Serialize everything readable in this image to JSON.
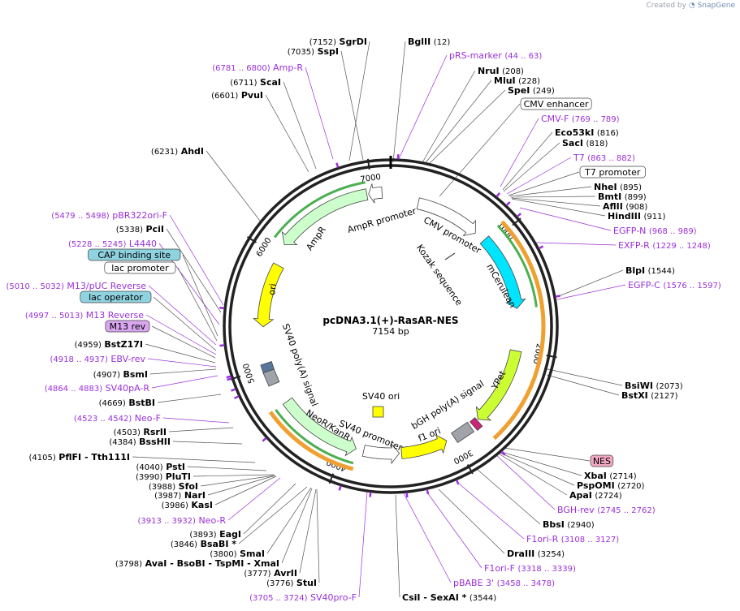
{
  "credit": {
    "prefix": "Created by",
    "brand": "SnapGene"
  },
  "plasmid": {
    "name": "pcDNA3.1(+)-RasAR-NES",
    "length_label": "7154 bp",
    "length": 7154
  },
  "ticks": [
    {
      "label": "1000",
      "bp": 1000
    },
    {
      "label": "2000",
      "bp": 2000
    },
    {
      "label": "3000",
      "bp": 3000
    },
    {
      "label": "4000",
      "bp": 4000
    },
    {
      "label": "5000",
      "bp": 5000
    },
    {
      "label": "6000",
      "bp": 6000
    },
    {
      "label": "7000",
      "bp": 7000
    }
  ],
  "features": [
    {
      "name": "CMV enhancer",
      "start": 250,
      "end": 629,
      "type": "promoter"
    },
    {
      "name": "CMV promoter",
      "start": 630,
      "end": 833,
      "type": "promoter"
    },
    {
      "name": "mCerulean",
      "start": 920,
      "end": 1636,
      "type": "cds",
      "color": "#00e5ff"
    },
    {
      "name": "YPet",
      "start": 2020,
      "end": 2736,
      "type": "cds",
      "color": "#ccff33"
    },
    {
      "name": "NES",
      "start": 2740,
      "end": 2770,
      "type": "tag",
      "color": "#ff66aa"
    },
    {
      "name": "bGH poly(A) signal",
      "start": 2790,
      "end": 3014,
      "type": "polyA"
    },
    {
      "name": "f1 ori",
      "start": 3060,
      "end": 3488,
      "type": "ori",
      "color": "#ffff00"
    },
    {
      "name": "SV40 promoter",
      "start": 3494,
      "end": 3823,
      "type": "promoter"
    },
    {
      "name": "SV40 ori",
      "start": 3674,
      "end": 3809,
      "type": "ori"
    },
    {
      "name": "NeoR/KanR",
      "start": 3870,
      "end": 4664,
      "type": "cds",
      "color": "#ccffcc"
    },
    {
      "name": "SV40 poly(A) signal",
      "start": 4838,
      "end": 4959,
      "type": "polyA"
    },
    {
      "name": "ori",
      "start": 5345,
      "end": 5933,
      "type": "ori",
      "color": "#ffff00"
    },
    {
      "name": "AmpR",
      "start": 6104,
      "end": 6964,
      "type": "cds",
      "color": "#ccffcc"
    },
    {
      "name": "AmpR promoter",
      "start": 6965,
      "end": 7069,
      "type": "promoter"
    },
    {
      "name": "Kozak sequence",
      "start": 895,
      "end": 904,
      "type": "misc"
    }
  ],
  "left_labels": [
    {
      "pos": "(7152)",
      "name": "SgrDI",
      "kind": "enzyme"
    },
    {
      "pos": "(7035)",
      "name": "SspI",
      "kind": "enzyme"
    },
    {
      "pos": "(6781 .. 6800)",
      "name": "Amp-R",
      "kind": "primer"
    },
    {
      "pos": "(6711)",
      "name": "ScaI",
      "kind": "enzyme"
    },
    {
      "pos": "(6601)",
      "name": "PvuI",
      "kind": "enzyme"
    },
    {
      "pos": "(6231)",
      "name": "AhdI",
      "kind": "enzyme"
    },
    {
      "pos": "(5479 .. 5498)",
      "name": "pBR322ori-F",
      "kind": "primer"
    },
    {
      "pos": "(5338)",
      "name": "PciI",
      "kind": "enzyme"
    },
    {
      "pos": "(5228 .. 5245)",
      "name": "L4440",
      "kind": "primer"
    },
    {
      "pos": "",
      "name": "CAP binding site",
      "kind": "box-blue"
    },
    {
      "pos": "",
      "name": "lac promoter",
      "kind": "box-white"
    },
    {
      "pos": "(5010 .. 5032)",
      "name": "M13/pUC Reverse",
      "kind": "primer"
    },
    {
      "pos": "",
      "name": "lac operator",
      "kind": "box-blue"
    },
    {
      "pos": "(4997 .. 5013)",
      "name": "M13 Reverse",
      "kind": "primer"
    },
    {
      "pos": "",
      "name": "M13 rev",
      "kind": "box-purple"
    },
    {
      "pos": "(4959)",
      "name": "BstZ17I",
      "kind": "enzyme"
    },
    {
      "pos": "(4918 .. 4937)",
      "name": "EBV-rev",
      "kind": "primer"
    },
    {
      "pos": "(4907)",
      "name": "BsmI",
      "kind": "enzyme"
    },
    {
      "pos": "(4864 .. 4883)",
      "name": "SV40pA-R",
      "kind": "primer"
    },
    {
      "pos": "(4669)",
      "name": "BstBI",
      "kind": "enzyme"
    },
    {
      "pos": "(4523 .. 4542)",
      "name": "Neo-F",
      "kind": "primer"
    },
    {
      "pos": "(4503)",
      "name": "RsrII",
      "kind": "enzyme"
    },
    {
      "pos": "(4384)",
      "name": "BssHII",
      "kind": "enzyme"
    },
    {
      "pos": "(4105)",
      "name": "PflFI - Tth111I",
      "kind": "enzyme"
    },
    {
      "pos": "(4040)",
      "name": "PstI",
      "kind": "enzyme"
    },
    {
      "pos": "(3990)",
      "name": "PluTI",
      "kind": "enzyme"
    },
    {
      "pos": "(3988)",
      "name": "SfoI",
      "kind": "enzyme"
    },
    {
      "pos": "(3987)",
      "name": "NarI",
      "kind": "enzyme"
    },
    {
      "pos": "(3986)",
      "name": "KasI",
      "kind": "enzyme"
    },
    {
      "pos": "(3913 .. 3932)",
      "name": "Neo-R",
      "kind": "primer"
    },
    {
      "pos": "(3893)",
      "name": "EagI",
      "kind": "enzyme"
    },
    {
      "pos": "(3846)",
      "name": "BsaBI *",
      "kind": "enzyme"
    },
    {
      "pos": "(3800)",
      "name": "SmaI",
      "kind": "enzyme"
    },
    {
      "pos": "(3798)",
      "name": "AvaI - BsoBI - TspMI - XmaI",
      "kind": "enzyme"
    },
    {
      "pos": "(3777)",
      "name": "AvrII",
      "kind": "enzyme"
    },
    {
      "pos": "(3776)",
      "name": "StuI",
      "kind": "enzyme"
    },
    {
      "pos": "(3705 .. 3724)",
      "name": "SV40pro-F",
      "kind": "primer"
    }
  ],
  "right_labels": [
    {
      "name": "BglII",
      "pos": "(12)",
      "kind": "enzyme"
    },
    {
      "name": "pRS-marker",
      "pos": "(44 .. 63)",
      "kind": "primer"
    },
    {
      "name": "NruI",
      "pos": "(208)",
      "kind": "enzyme"
    },
    {
      "name": "MluI",
      "pos": "(228)",
      "kind": "enzyme"
    },
    {
      "name": "SpeI",
      "pos": "(249)",
      "kind": "enzyme"
    },
    {
      "name": "CMV enhancer",
      "pos": "",
      "kind": "box-white"
    },
    {
      "name": "CMV-F",
      "pos": "(769 .. 789)",
      "kind": "primer"
    },
    {
      "name": "Eco53kI",
      "pos": "(816)",
      "kind": "enzyme"
    },
    {
      "name": "SacI",
      "pos": "(818)",
      "kind": "enzyme"
    },
    {
      "name": "T7",
      "pos": "(863 .. 882)",
      "kind": "primer"
    },
    {
      "name": "T7 promoter",
      "pos": "",
      "kind": "box-white"
    },
    {
      "name": "NheI",
      "pos": "(895)",
      "kind": "enzyme"
    },
    {
      "name": "BmtI",
      "pos": "(899)",
      "kind": "enzyme"
    },
    {
      "name": "AflII",
      "pos": "(908)",
      "kind": "enzyme"
    },
    {
      "name": "HindIII",
      "pos": "(911)",
      "kind": "enzyme"
    },
    {
      "name": "EGFP-N",
      "pos": "(968 .. 989)",
      "kind": "primer"
    },
    {
      "name": "EXFP-R",
      "pos": "(1229 .. 1248)",
      "kind": "primer"
    },
    {
      "name": "BlpI",
      "pos": "(1544)",
      "kind": "enzyme"
    },
    {
      "name": "EGFP-C",
      "pos": "(1576 .. 1597)",
      "kind": "primer"
    },
    {
      "name": "BsiWI",
      "pos": "(2073)",
      "kind": "enzyme"
    },
    {
      "name": "BstXI",
      "pos": "(2127)",
      "kind": "enzyme"
    },
    {
      "name": "NES",
      "pos": "",
      "kind": "box-pink"
    },
    {
      "name": "XbaI",
      "pos": "(2714)",
      "kind": "enzyme"
    },
    {
      "name": "PspOMI",
      "pos": "(2720)",
      "kind": "enzyme"
    },
    {
      "name": "ApaI",
      "pos": "(2724)",
      "kind": "enzyme"
    },
    {
      "name": "BGH-rev",
      "pos": "(2745 .. 2762)",
      "kind": "primer"
    },
    {
      "name": "BbsI",
      "pos": "(2940)",
      "kind": "enzyme"
    },
    {
      "name": "F1ori-R",
      "pos": "(3108 .. 3127)",
      "kind": "primer"
    },
    {
      "name": "DraIII",
      "pos": "(3254)",
      "kind": "enzyme"
    },
    {
      "name": "F1ori-F",
      "pos": "(3318 .. 3339)",
      "kind": "primer"
    },
    {
      "name": "pBABE 3'",
      "pos": "(3458 .. 3478)",
      "kind": "primer"
    },
    {
      "name": "CsiI - SexAI *",
      "pos": "(3544)",
      "kind": "enzyme"
    }
  ],
  "colors": {
    "primer": "#9a30d8",
    "enzyme": "#000000",
    "backbone": "#222222",
    "box_blue": "#8fd3e0",
    "box_purple": "#d9a6f0",
    "box_pink": "#f3a9c4",
    "orange_arc": "#f0a030",
    "green_arc": "#4caf50"
  }
}
